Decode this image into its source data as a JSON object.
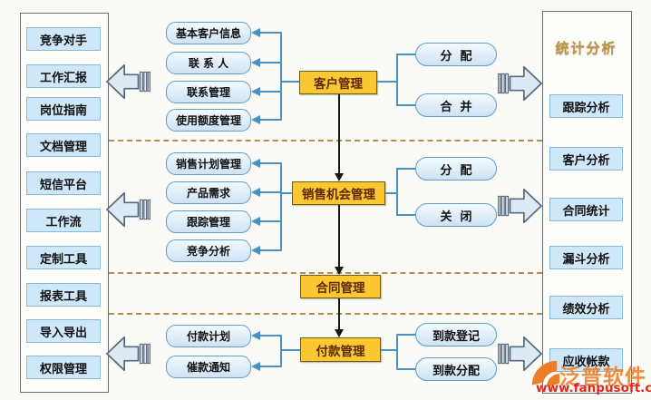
{
  "left_panel": {
    "items": [
      "竞争对手",
      "工作汇报",
      "岗位指南",
      "文档管理",
      "短信平台",
      "工作流",
      "定制工具",
      "报表工具",
      "导入导出",
      "权限管理"
    ]
  },
  "flow": {
    "customer": {
      "node": "客户管理",
      "subs": [
        "基本客户信息",
        "联 系 人",
        "联系管理",
        "使用额度管理"
      ],
      "actions": [
        "分  配",
        "合  并"
      ]
    },
    "sales": {
      "node": "销售机会管理",
      "subs": [
        "销售计划管理",
        "产品需求",
        "跟踪管理",
        "竞争分析"
      ],
      "actions": [
        "分  配",
        "关  闭"
      ]
    },
    "contract": {
      "node": "合同管理"
    },
    "payment": {
      "node": "付款管理",
      "subs": [
        "付款计划",
        "催款通知"
      ],
      "actions": [
        "到款登记",
        "到款分配"
      ]
    }
  },
  "right_panel": {
    "title": "统计分析",
    "items": [
      "跟踪分析",
      "客户分析",
      "合同统计",
      "漏斗分析",
      "绩效分析",
      "应收帐款"
    ]
  },
  "watermark": {
    "brand": "泛普软件",
    "url": "www.fanpusoft.com"
  },
  "colors": {
    "node_fill": "#fcc832",
    "sub_border": "#5f9cc9",
    "panel_box_fill": "#cfe8f9",
    "line_blue": "#4a90c4",
    "separator": "#b98a4e",
    "brand_orange": "#ee7d28",
    "url_red": "#e5261c"
  }
}
